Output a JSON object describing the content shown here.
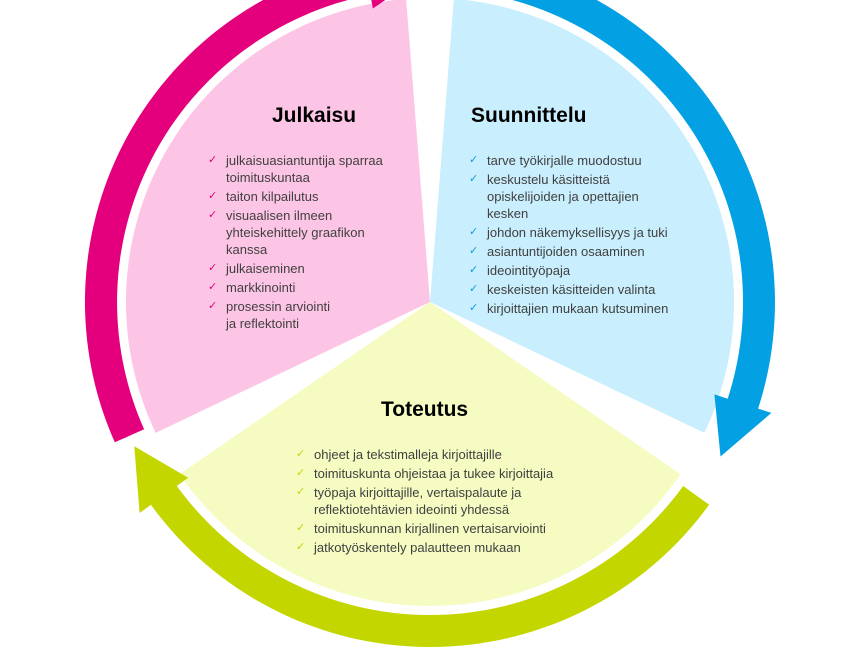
{
  "colors": {
    "pink_arrow": "#e4007c",
    "pink_fill": "#fdc5e5",
    "blue_arrow": "#04a0e4",
    "blue_fill": "#c9eefd",
    "green_arrow": "#c4d600",
    "green_fill": "#f6fbc2"
  },
  "check_icon": "check-mark-icon",
  "sectors": {
    "julkaisu": {
      "title": "Julkaisu",
      "items": [
        "julkaisuasiantuntija sparraa\ntoimituskuntaa",
        "taiton kilpailutus",
        "visuaalisen ilmeen\nyhteiskehittely graafikon\nkanssa",
        "julkaiseminen",
        "markkinointi",
        "prosessin arviointi\nja reflektointi"
      ]
    },
    "suunnittelu": {
      "title": "Suunnittelu",
      "items": [
        "tarve työkirjalle muodostuu",
        "keskustelu käsitteistä\nopiskelijoiden ja opettajien\nkesken",
        "johdon näkemyksellisyys ja tuki",
        "asiantuntijoiden osaaminen",
        "ideointityöpaja",
        "keskeisten käsitteiden valinta",
        "kirjoittajien mukaan kutsuminen"
      ]
    },
    "toteutus": {
      "title": "Toteutus",
      "items": [
        "ohjeet ja tekstimalleja kirjoittajille",
        "toimituskunta ohjeistaa ja tukee kirjoittajia",
        "työpaja kirjoittajille, vertaispalaute ja\nreflektiotehtävien ideointi yhdessä",
        "toimituskunnan kirjallinen vertaisarviointi",
        "jatkotyöskentely palautteen mukaan"
      ]
    }
  }
}
